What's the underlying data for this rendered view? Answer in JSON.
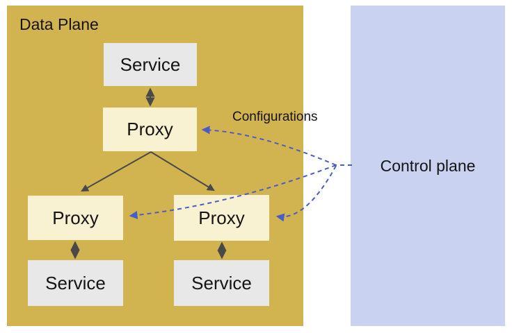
{
  "planes": {
    "data": {
      "label": "Data Plane",
      "bg_color": "#d1b350"
    },
    "control": {
      "label": "Control plane",
      "bg_color": "#c9d2f0"
    }
  },
  "nodes": {
    "service_top": {
      "label": "Service",
      "type": "service"
    },
    "proxy_top": {
      "label": "Proxy",
      "type": "proxy"
    },
    "proxy_left": {
      "label": "Proxy",
      "type": "proxy"
    },
    "proxy_right": {
      "label": "Proxy",
      "type": "proxy"
    },
    "service_left": {
      "label": "Service",
      "type": "service"
    },
    "service_right": {
      "label": "Service",
      "type": "service"
    }
  },
  "annotations": {
    "configurations_label": "Configurations"
  },
  "colors": {
    "service_node_bg": "#e9e8e8",
    "proxy_node_bg": "#f8f2d3",
    "solid_arrow": "#494949",
    "dashed_arrow": "#4a5cc5",
    "text": "#141414"
  }
}
